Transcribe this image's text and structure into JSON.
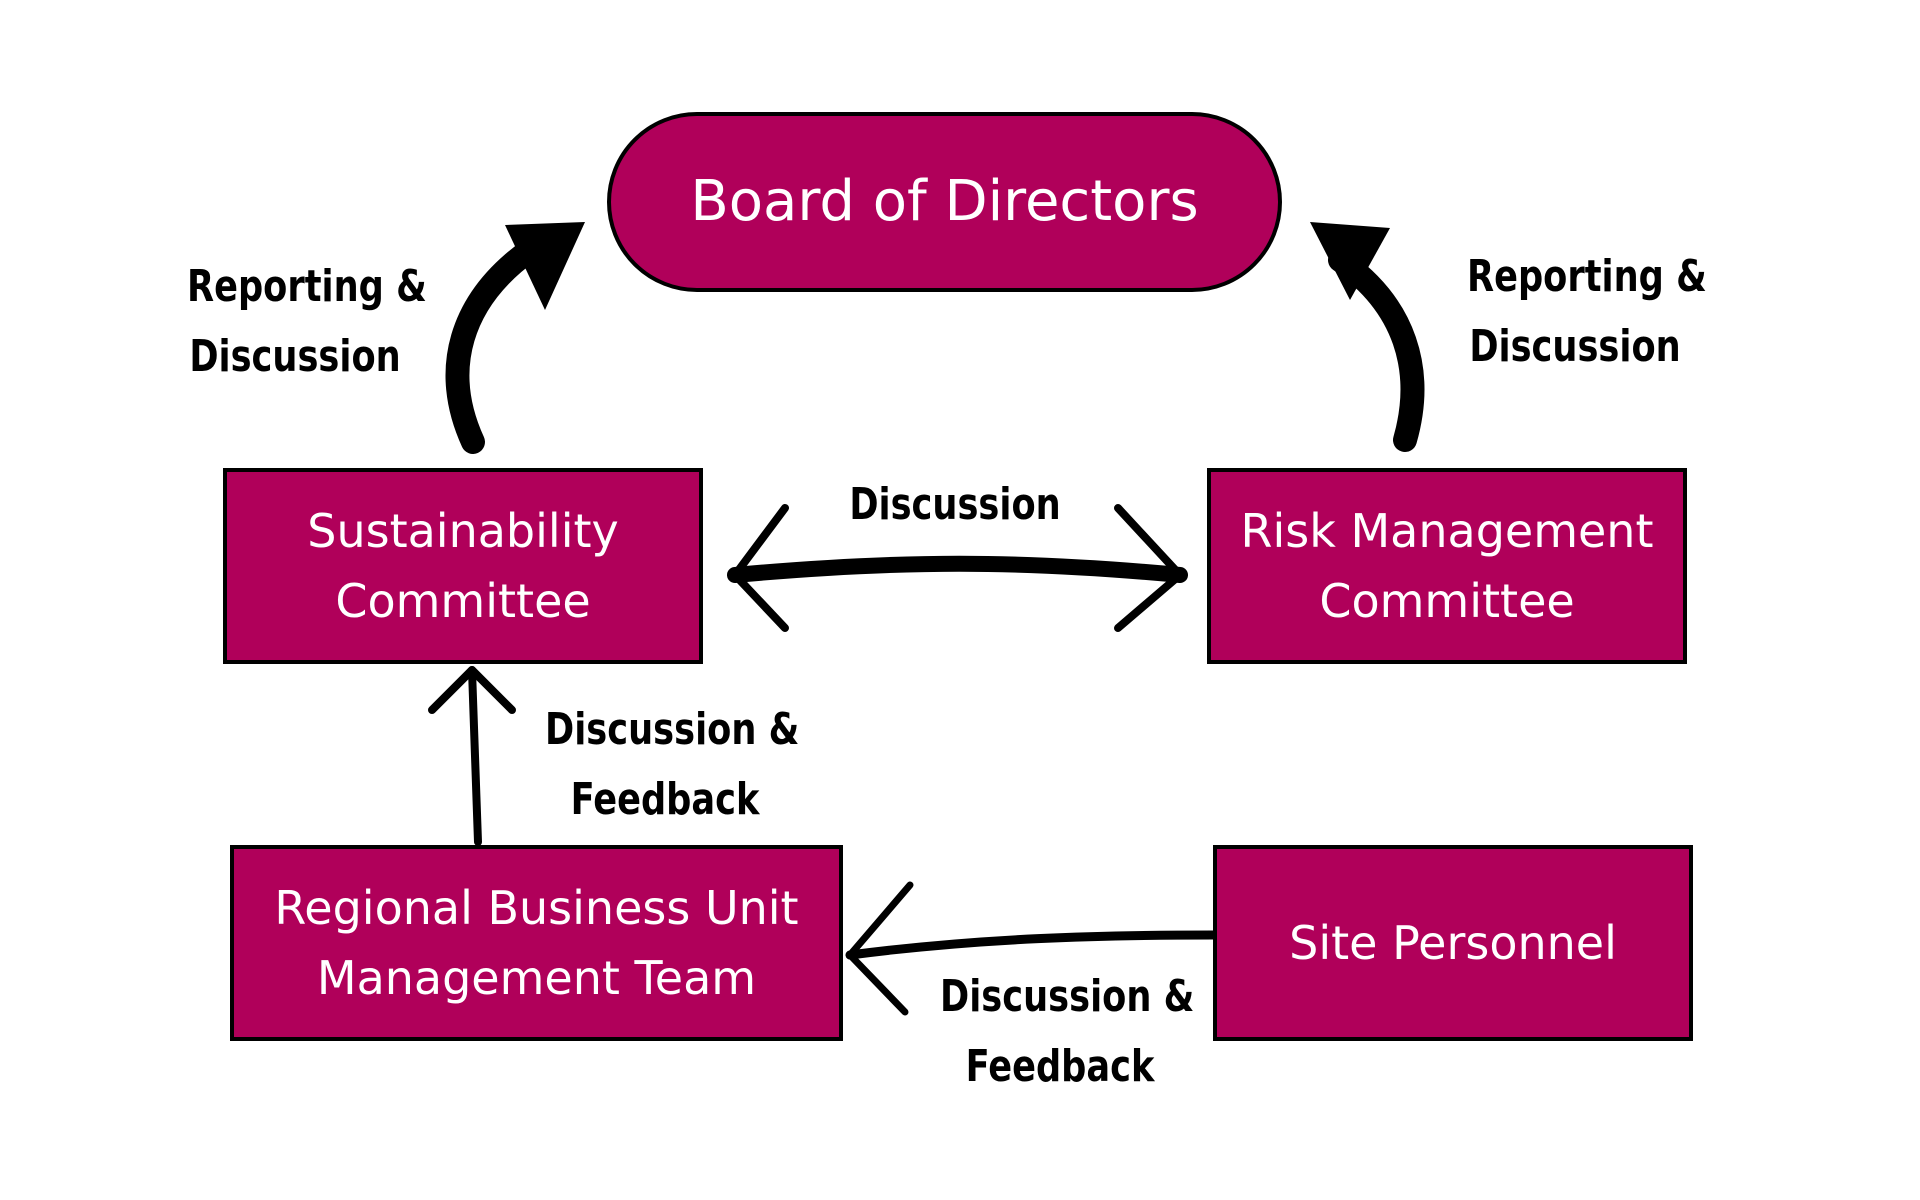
{
  "colors": {
    "node_fill": "#b0005a",
    "node_border": "#000000",
    "node_text": "#ffffff",
    "arrow": "#000000",
    "label_text": "#000000",
    "background": "#ffffff"
  },
  "nodes": {
    "board": {
      "lines": [
        "Board of Directors"
      ]
    },
    "sustainability": {
      "lines": [
        "Sustainability",
        "Committee"
      ]
    },
    "risk": {
      "lines": [
        "Risk Management",
        "Committee"
      ]
    },
    "regional": {
      "lines": [
        "Regional Business Unit",
        "Management Team"
      ]
    },
    "site": {
      "lines": [
        "Site Personnel"
      ]
    }
  },
  "edges": {
    "sustainability_to_board": {
      "lines": [
        "Reporting &",
        "Discussion"
      ]
    },
    "risk_to_board": {
      "lines": [
        "Reporting &",
        "Discussion"
      ]
    },
    "sustainability_risk": {
      "lines": [
        "Discussion"
      ]
    },
    "regional_to_sustainability": {
      "lines": [
        "Discussion &",
        "Feedback"
      ]
    },
    "site_to_regional": {
      "lines": [
        "Discussion &",
        "Feedback"
      ]
    }
  }
}
